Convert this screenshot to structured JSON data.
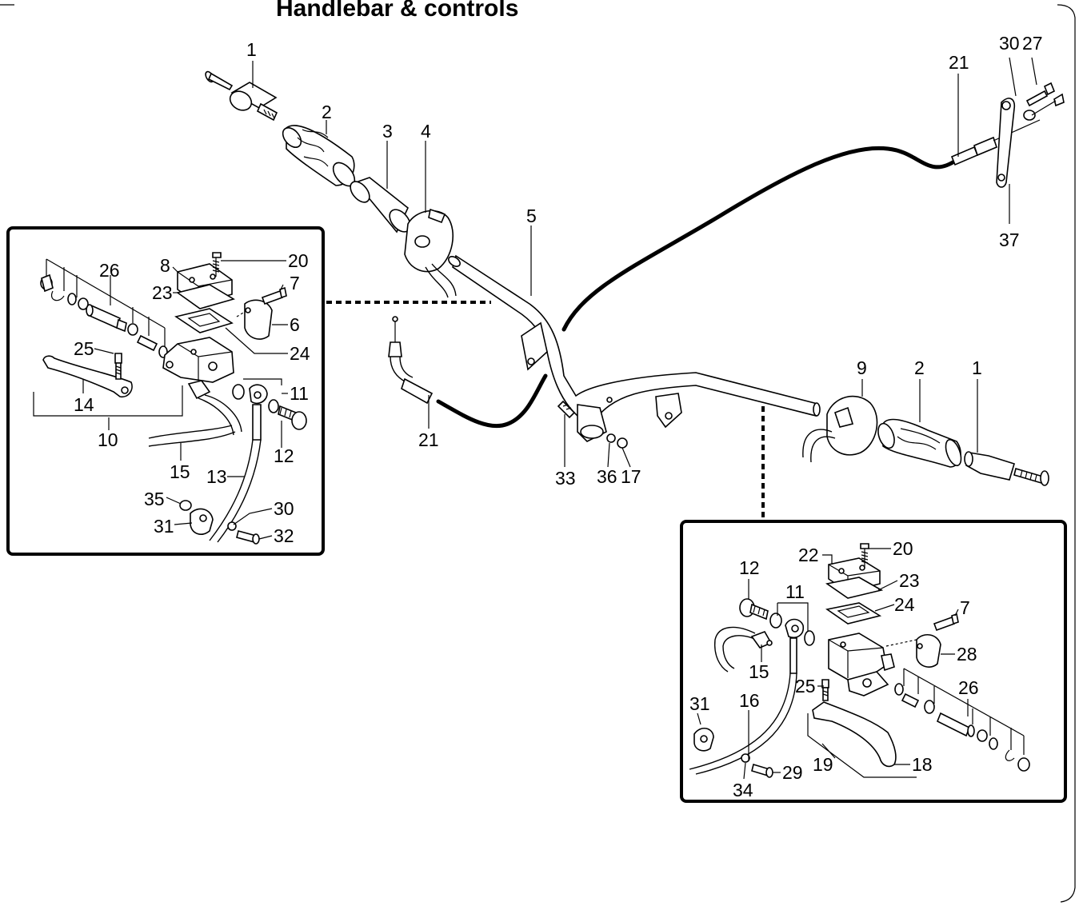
{
  "title": "Handlebar & controls",
  "callouts": {
    "main": [
      "1",
      "2",
      "3",
      "4",
      "5",
      "21",
      "30",
      "27",
      "37",
      "9",
      "2",
      "1",
      "21",
      "33",
      "36",
      "17"
    ],
    "left_detail": [
      "26",
      "8",
      "20",
      "23",
      "7",
      "6",
      "24",
      "25",
      "14",
      "10",
      "11",
      "12",
      "15",
      "13",
      "35",
      "30",
      "31",
      "32"
    ],
    "right_detail": [
      "22",
      "20",
      "12",
      "11",
      "23",
      "24",
      "7",
      "15",
      "28",
      "25",
      "26",
      "31",
      "16",
      "19",
      "18",
      "34",
      "29"
    ]
  }
}
